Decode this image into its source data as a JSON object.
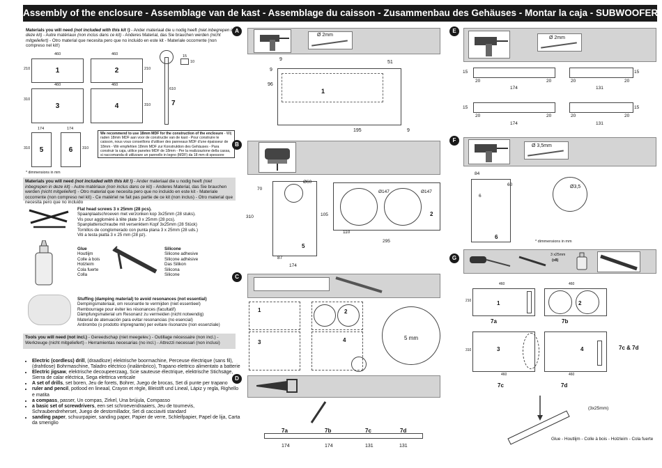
{
  "title": "Assembly of the enclosure - Assemblage van de kast - Assemblage du caisson - Zusammenbau des Gehäuses - Montar la caja - SUBWOOFER IN KIT",
  "materials": {
    "heading_bold": "Materials you will need",
    "heading_italic": "(not included with this kit !)",
    "heading_rest": " - Ander materiaal die u nodig heeft ",
    "heading_it2": "(niet inbegrepen in deze kit)",
    "heading_rest2": " - Autre matériaux ",
    "heading_it3": "(non inclus dans ce kit)",
    "heading_rest3": " - Anderes Material, das Sie brauchen werden ",
    "heading_it4": "(nicht mitgeliefert)",
    "heading_rest4": " - Otro material que necesita pero que no incluido en este kit - Materiale occorrente (non compreso nel kit!)"
  },
  "panels": [
    {
      "num": "1",
      "w": "460",
      "h": "210"
    },
    {
      "num": "2",
      "w": "460",
      "h": "210"
    },
    {
      "num": "3",
      "w": "460",
      "h": "310"
    },
    {
      "num": "4",
      "w": "460",
      "h": "310"
    },
    {
      "num": "5",
      "w": "174",
      "h": "310"
    },
    {
      "num": "6",
      "w": "174",
      "h": "310"
    }
  ],
  "panel7": {
    "num": "7",
    "len": "610",
    "w": "15",
    "h": "10"
  },
  "dim_note": "* dimmensions in mm",
  "recommend": {
    "bold": "We recommend to use 18mm MDF for the construction of the enclosure",
    "text": "- Wij raden 18mm MDF aan voor de constructie van de kast - Pour construire le caisson, nous vous conseillons d'utiliser des panneaux MDF d'une épaisseur de 18mm - Wir empfehlen 18mm MDF zur Konstruktion des Gehäuses - Para construir la caja, utilice paneles MDF de 18mm - Per la realizzazione della cassa, si raccomanda di utilizzare un pannello in legno (MDF) da 18 mm di spessore"
  },
  "materials2": {
    "heading_bold": "Materials you will need",
    "heading_italic": "(not included with this kit !)",
    "heading_rest": " - Ander materiaal die u nodig heeft ",
    "heading_it2": "(niet inbegrepen in deze kit)",
    "heading_rest2": " - Autre matériaux ",
    "heading_it3": "(non inclus dans ce kit)",
    "heading_rest3": " - Anderes Material, das Sie brauchen werden ",
    "heading_it4": "(nicht mitgeliefert)",
    "heading_rest4": " - Otro material que necesita pero que no incluido en este kit - Materiale occorrente (non compreso nel kit) - Ce matériel ne fait pas partie de ce kit (non inclus) - Otro material que necesita pero que no incluido"
  },
  "screws": {
    "title": "Flat head screws 3 x 25mm (28 pcs).",
    "lines": [
      "Spaanplaatschroeven met verzonken kop 3x25mm (28 stuks).",
      "Vis pour aggloméré à tête plate 3 x 25mm (28 pcs).",
      "Spanplattenschraube mit versenktem Kopf 3x25mm (28 Stück)",
      "Tornillos de conglomerado con punta plana 3 x 25mm (28 uds.)",
      "Viti a testa piatta 3 x 25 mm (28 pz)."
    ]
  },
  "glue": {
    "title": "Glue",
    "lines": [
      "Houtlijm",
      "Colle à bois",
      "Holzleim",
      "Cola fuerte",
      "Colla"
    ]
  },
  "silicone": {
    "title": "Silicone",
    "lines": [
      "Silicone adhesive",
      "Silicone adhésive",
      "Das Silikon",
      "Silicona",
      "Silicone"
    ]
  },
  "stuffing": {
    "title": "Stuffing (damping material) to avoid resonances (not essential)",
    "lines": [
      "Dempingsmateriaal, om resonantie te vermijden (niet essentieel)",
      "Rembourrage pour éviter les résonances (facultatif)",
      "Dämpfungsmaterial um Resonanz zu vermeiden (nicht notwendig)",
      "Material de atenuación para evitar resonancias (no esencial)",
      "Antirombo (o prodotto impregnante) per evitare risonanze (non essenziale)"
    ]
  },
  "tools_heading": {
    "bold": "Tools you will need (not incl.)",
    "rest": " - Gereedschap (niet meegelev.) - Outillage nécessaire (non incl.) - Werkzeuge (nicht mitgeliefert) - Herramientas necesarias (no incl.) - Attrezzi necessari (non inclusi)"
  },
  "tools": [
    {
      "bold": "Electric (cordless) drill",
      "rest": ", (draadloze) elektrische boormachine, Perceuse électrique (sans fil), (drahtlose) Bohrmaschine, Taladro eléctrico (inalámbrico), Trapano elettrico alimentato a batterie"
    },
    {
      "bold": "Electric jigsaw",
      "rest": ", elektrische decoupeerzaag, Scie sauteuse électrique, elektrische Stichsäge, Sierra de calar eléctrica, Sega elettrica verticale"
    },
    {
      "bold": "A set of drills",
      "rest": ", set boren, Jeu de forets, Bohrer, Juego de brocas, Set di punte per trapano"
    },
    {
      "bold": "ruler and pencil",
      "rest": ", potlood en lineaal, Crayon et règle, Bleistift und Lineal, Lápiz y regla, Righello e matita"
    },
    {
      "bold": "a compass",
      "rest": ", passer, Un compas, Zirkel, Una brújula, Compasso"
    },
    {
      "bold": "a basic set of screwdrivers",
      "rest": ", een set schroevendraaiers, Jeu de tournevis, Schraubendreherset, Juego de destornillador, Set di cacciaviti standard"
    },
    {
      "bold": "sanding paper",
      "rest": ", schuurpapier, sanding paper, Papier de verre, Schleifpapier, Papel de lija, Carta da smeriglio"
    }
  ],
  "stepA": {
    "letter": "A",
    "drill": "Ø 2mm",
    "d9a": "9",
    "d51": "51",
    "d96": "96",
    "d9b": "9",
    "d195": "195",
    "d9c": "9",
    "panel": "1"
  },
  "stepB": {
    "letter": "B",
    "p5": "5",
    "d70": "70",
    "d60": "Ø60",
    "d310": "310",
    "d87": "87",
    "d174": "174",
    "p2": "2",
    "d147a": "Ø147",
    "d147b": "Ø147",
    "d105": "105",
    "d110": "110",
    "d295": "295"
  },
  "stepC": {
    "letter": "C",
    "p1": "1",
    "p2": "2",
    "p3": "3",
    "p4": "4",
    "d5mm": "5 mm"
  },
  "stepD": {
    "letter": "D",
    "l7a": "7a",
    "l7b": "7b",
    "l7c": "7c",
    "l7d": "7d",
    "d174a": "174",
    "d174b": "174",
    "d131a": "131",
    "d131b": "131"
  },
  "stepE": {
    "letter": "E",
    "drill": "Ø 2mm",
    "d15a": "15",
    "d20a": "20",
    "d20b": "20",
    "d174a": "174",
    "d20c": "20",
    "d20d": "20",
    "d131a": "131",
    "d15b": "15",
    "d15c": "15",
    "d20e": "20",
    "d20f": "20",
    "d174b": "174",
    "d20g": "20",
    "d20h": "20",
    "d131b": "131",
    "d15d": "15"
  },
  "stepF": {
    "letter": "F",
    "drill": "Ø 3,5mm",
    "d84": "84",
    "d60": "60",
    "d6": "6",
    "d35": "Ø3,5",
    "p6": "6",
    "note": "* dimmensions in mm"
  },
  "stepG": {
    "letter": "G",
    "screws": "3 x25mm",
    "screws_x": "(x8)",
    "p1": "1",
    "p2": "2",
    "l7a": "7a",
    "l7b": "7b",
    "p3": "3",
    "p4": "4",
    "l7c7d": "7c & 7d",
    "l7c": "7c",
    "l7d": "7d",
    "screw_label": "(3x25mm)",
    "glue_label": "Glue - Houtlijm - Colle à bois - Holzleim - Cola fuerte",
    "d460a": "460",
    "d460b": "460",
    "d210": "210",
    "d460c": "460",
    "d460d": "460",
    "d310": "310"
  }
}
